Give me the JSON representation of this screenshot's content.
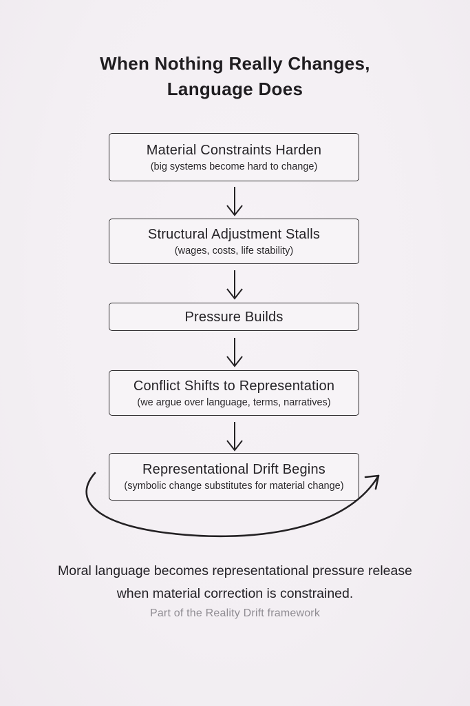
{
  "title": {
    "line1": "When Nothing Really Changes,",
    "line2": "Language Does"
  },
  "flow": {
    "steps": [
      {
        "label": "Material Constraints Harden",
        "sublabel": "(big systems become hard to change)"
      },
      {
        "label": "Structural Adjustment Stalls",
        "sublabel": "(wages, costs, life stability)"
      },
      {
        "label": "Pressure Builds",
        "sublabel": ""
      },
      {
        "label": "Conflict Shifts to Representation",
        "sublabel": "(we argue over language, terms, narratives)"
      },
      {
        "label": "Representational Drift Begins",
        "sublabel": "(symbolic change substitutes for material change)"
      }
    ]
  },
  "footer": {
    "summary_line1": "Moral language becomes representational pressure release",
    "summary_line2": "when material correction is constrained.",
    "attribution": "Part of the Reality Drift framework"
  },
  "colors": {
    "background": "#f3eff3",
    "box_fill": "#f7f4f7",
    "line": "#232123",
    "text": "#1f1d20",
    "muted": "#8f8c92"
  }
}
